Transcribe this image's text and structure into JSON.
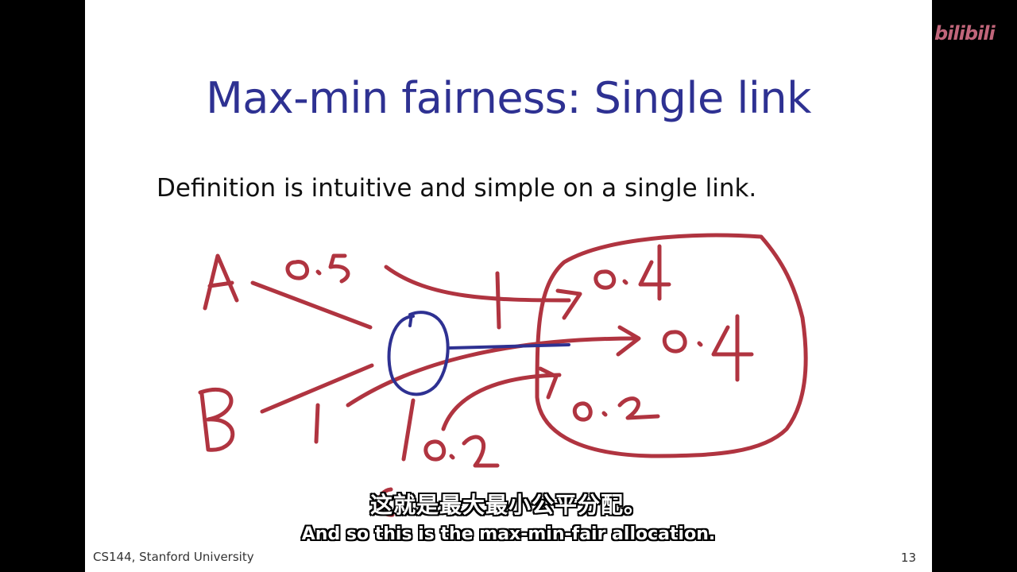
{
  "slide": {
    "title": "Max-min fairness: Single link",
    "body": "Definition is intuitive and simple on a single link.",
    "footer_left": "CS144, Stanford University",
    "page_number": "13"
  },
  "drawing": {
    "labels": [
      "A",
      "B",
      "C",
      "0.5",
      "1",
      "0.2",
      "1",
      "0.4",
      "0.4",
      "0.2"
    ],
    "ink_color": "#b03440",
    "router_color": "#2e3192"
  },
  "subtitles": {
    "chinese": "这就是最大最小公平分配。",
    "english": "And so this is the max-min-fair allocation."
  },
  "watermark": "bilibili"
}
